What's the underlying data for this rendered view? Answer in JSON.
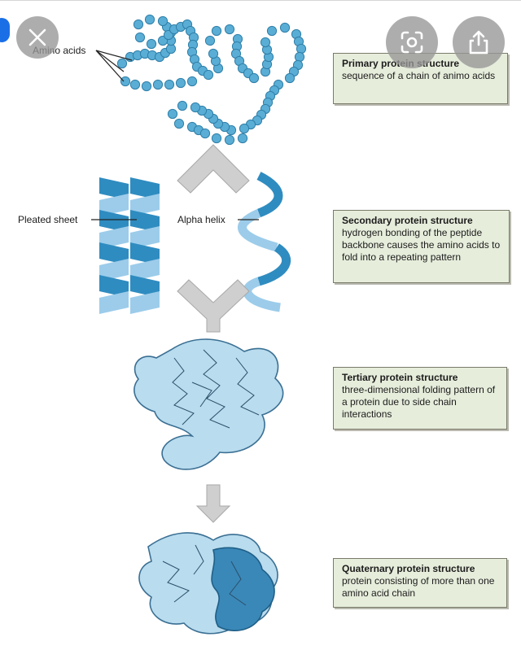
{
  "labels": {
    "amino_acids": "Amino acids",
    "pleated_sheet": "Pleated sheet",
    "alpha_helix": "Alpha helix"
  },
  "levels": [
    {
      "title": "Primary protein structure",
      "description": "sequence of a chain of animo acids"
    },
    {
      "title": "Secondary protein structure",
      "description": "hydrogen bonding of the peptide backbone causes the amino acids to fold into a repeating pattern"
    },
    {
      "title": "Tertiary protein structure",
      "description": "three-dimensional folding pattern of a protein due to side chain interactions"
    },
    {
      "title": "Quaternary protein structure",
      "description": "protein consisting of more than one amino acid chain"
    }
  ],
  "colors": {
    "bead": "#5aaed6",
    "bead_outline": "#2f7fa8",
    "sheet_dark": "#2f8cc0",
    "sheet_light": "#9cccea",
    "tertiary_fill": "#b9dcee",
    "quaternary_dark": "#3a88b8",
    "arrow": "#cfcfcf",
    "box_fill": "#e6eddb"
  },
  "icons": [
    "close-icon",
    "lens-icon",
    "share-icon"
  ]
}
